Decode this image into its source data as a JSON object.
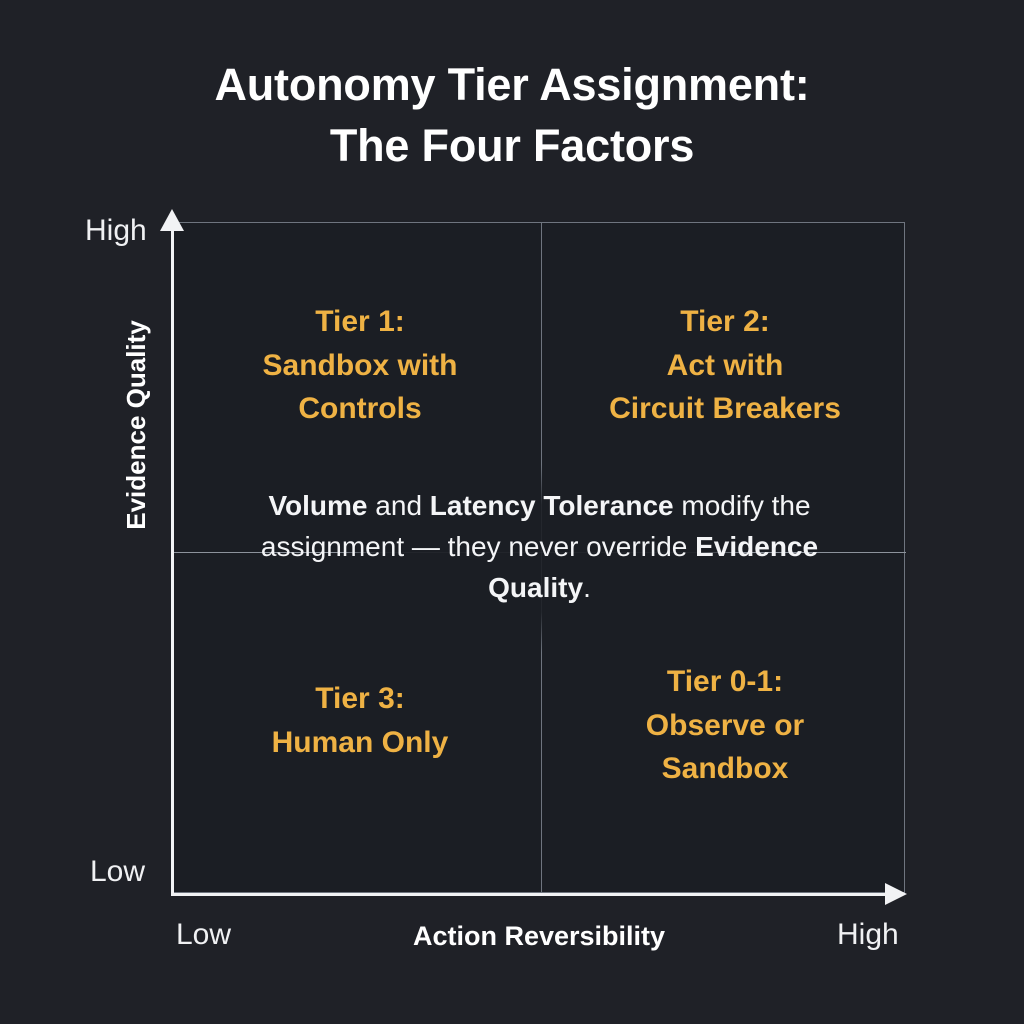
{
  "title": {
    "line1": "Autonomy Tier Assignment:",
    "line2": "The Four Factors"
  },
  "axes": {
    "y": {
      "title": "Evidence Quality",
      "high_label": "High",
      "low_label": "Low"
    },
    "x": {
      "title": "Action Reversibility",
      "low_label": "Low",
      "high_label": "High"
    }
  },
  "quadrants": {
    "top_left": "Tier 1:\nSandbox with\nControls",
    "top_right": "Tier 2:\nAct with\nCircuit Breakers",
    "bottom_left": "Tier 3:\nHuman Only",
    "bottom_right": "Tier 0-1:\nObserve or\nSandbox"
  },
  "center_note": {
    "seg1": "Volume",
    "seg2": " and ",
    "seg3": "Latency Tolerance",
    "seg4": " modify the assignment — they never override ",
    "seg5": "Evidence Quality",
    "seg6": "."
  },
  "colors": {
    "background": "#1f2127",
    "plot_background": "#1b1e24",
    "accent": "#efb244",
    "axis": "#f2f3f5",
    "text": "#ffffff",
    "divider": "#6f757f"
  },
  "chart_data": {
    "type": "scatter",
    "title": "Autonomy Tier Assignment: The Four Factors",
    "xlabel": "Action Reversibility",
    "ylabel": "Evidence Quality",
    "xlim": [
      "Low",
      "High"
    ],
    "ylim": [
      "Low",
      "High"
    ],
    "grid": false,
    "legend": "none",
    "quadrant_matrix": [
      {
        "position": "top-left",
        "x": "Low",
        "y": "High",
        "tier": "Tier 1",
        "label": "Tier 1: Sandbox with Controls"
      },
      {
        "position": "top-right",
        "x": "High",
        "y": "High",
        "tier": "Tier 2",
        "label": "Tier 2: Act with Circuit Breakers"
      },
      {
        "position": "bottom-left",
        "x": "Low",
        "y": "Low",
        "tier": "Tier 3",
        "label": "Tier 3: Human Only"
      },
      {
        "position": "bottom-right",
        "x": "High",
        "y": "Low",
        "tier": "Tier 0-1",
        "label": "Tier 0-1: Observe or Sandbox"
      }
    ],
    "annotations": [
      "Volume and Latency Tolerance modify the assignment — they never override Evidence Quality."
    ]
  }
}
